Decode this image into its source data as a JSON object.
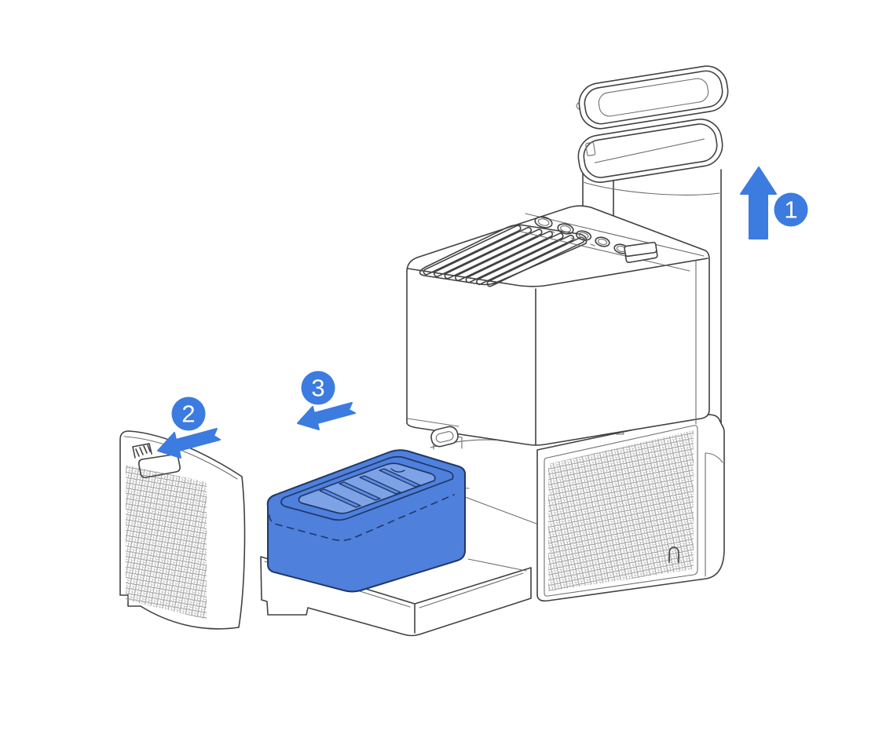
{
  "figure": {
    "type": "instructional-diagram",
    "subject": "appliance-filter-removal-steps",
    "background": "#ffffff"
  },
  "colors": {
    "accent": "#3c7be0",
    "badge_text": "#ffffff",
    "outline": "#414141",
    "outline_light": "#6e6e6e",
    "perforation": "#8d8d8d",
    "filter_body": "#4e80dc",
    "filter_floor": "#7da2e6",
    "filter_fin": "#5e8ce2",
    "filter_outline": "#203767"
  },
  "steps": [
    {
      "number": "1",
      "icon": "arrow-up-icon",
      "target": "tank-lid"
    },
    {
      "number": "2",
      "icon": "arrow-down-left-icon",
      "target": "side-panel"
    },
    {
      "number": "3",
      "icon": "arrow-down-left-icon",
      "target": "filter-insert"
    }
  ],
  "components": [
    "tank-lid",
    "water-tank",
    "main-unit",
    "air-vent-grille",
    "control-panel",
    "base-unit",
    "perforated-panel",
    "side-panel",
    "filter-drawer",
    "filter-insert"
  ]
}
